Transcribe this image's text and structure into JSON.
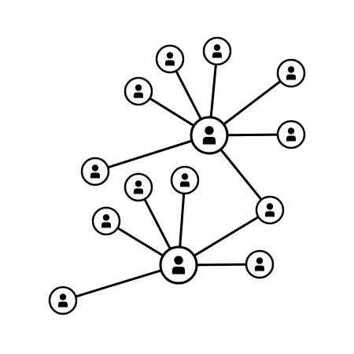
{
  "diagram": {
    "type": "network",
    "description_label": "",
    "colors": {
      "line": "#000000",
      "node_fill": "#ffffff",
      "node_stroke": "#000000",
      "icon": "#000000",
      "background": "#ffffff"
    },
    "node_icon": "person-icon",
    "nodes": [
      {
        "id": "hub-top",
        "role": "hub"
      },
      {
        "id": "hub-bottom",
        "role": "hub"
      },
      {
        "id": "peer-1",
        "role": "leaf"
      },
      {
        "id": "peer-2",
        "role": "leaf"
      },
      {
        "id": "peer-3",
        "role": "leaf"
      },
      {
        "id": "peer-4",
        "role": "leaf"
      },
      {
        "id": "peer-5",
        "role": "leaf"
      },
      {
        "id": "peer-6",
        "role": "leaf"
      },
      {
        "id": "peer-7",
        "role": "leaf"
      },
      {
        "id": "peer-8",
        "role": "leaf"
      },
      {
        "id": "peer-9",
        "role": "leaf"
      },
      {
        "id": "peer-10",
        "role": "leaf"
      },
      {
        "id": "peer-11",
        "role": "leaf"
      },
      {
        "id": "peer-12",
        "role": "leaf"
      }
    ],
    "edges": [
      [
        "hub-top",
        "peer-1"
      ],
      [
        "hub-top",
        "peer-2"
      ],
      [
        "hub-top",
        "peer-3"
      ],
      [
        "hub-top",
        "peer-4"
      ],
      [
        "hub-top",
        "peer-5"
      ],
      [
        "hub-top",
        "peer-6"
      ],
      [
        "hub-top",
        "peer-7"
      ],
      [
        "peer-7",
        "hub-bottom"
      ],
      [
        "hub-bottom",
        "peer-8"
      ],
      [
        "hub-bottom",
        "peer-9"
      ],
      [
        "hub-bottom",
        "peer-10"
      ],
      [
        "hub-bottom",
        "peer-11"
      ],
      [
        "hub-bottom",
        "peer-12"
      ]
    ]
  }
}
